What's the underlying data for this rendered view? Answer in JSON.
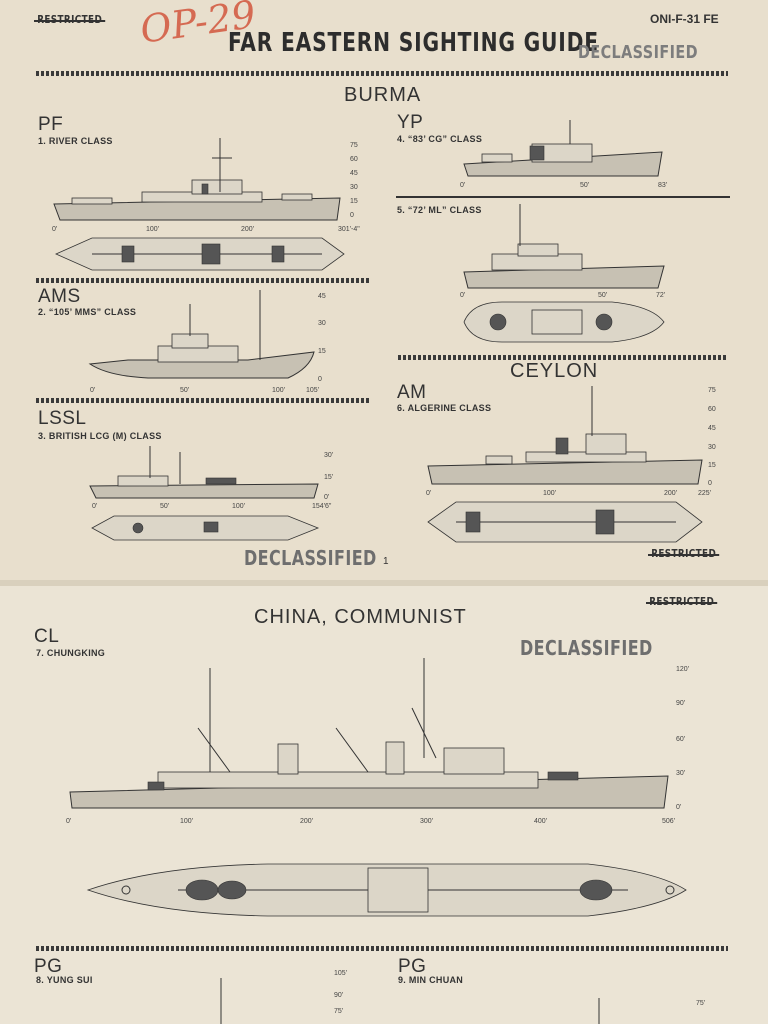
{
  "header": {
    "stamp_restricted": "RESTRICTED",
    "handwritten_note": "OP-29",
    "title": "FAR EASTERN SIGHTING GUIDE",
    "doc_id": "ONI-F-31 FE",
    "stamp_declassified": "DECLASSIFIED"
  },
  "page1": {
    "sections": {
      "burma": "BURMA",
      "ceylon": "CEYLON"
    },
    "ships": {
      "pf": {
        "type": "PF",
        "label": "1. RIVER CLASS",
        "scale": [
          "0'",
          "100'",
          "200'",
          "301'-4\""
        ],
        "heights": [
          "75",
          "60",
          "45",
          "30",
          "15",
          "0"
        ]
      },
      "ams": {
        "type": "AMS",
        "label": "2. “105’ MMS” CLASS",
        "scale": [
          "0'",
          "50'",
          "100'",
          "105'"
        ],
        "heights": [
          "45",
          "30",
          "15",
          "0"
        ]
      },
      "lssl": {
        "type": "LSSL",
        "label": "3. BRITISH LCG (M) CLASS",
        "scale": [
          "0'",
          "50'",
          "100'",
          "154'6\""
        ],
        "heights": [
          "30'",
          "15'",
          "0'"
        ]
      },
      "yp83": {
        "type": "YP",
        "label": "4. “83’ CG” CLASS",
        "scale": [
          "0'",
          "50'",
          "83'"
        ]
      },
      "yp72": {
        "label": "5. “72’ ML” CLASS",
        "scale": [
          "0'",
          "50'",
          "72'"
        ]
      },
      "am": {
        "type": "AM",
        "label": "6. ALGERINE CLASS",
        "scale": [
          "0'",
          "100'",
          "200'",
          "225'"
        ],
        "heights": [
          "75",
          "60",
          "45",
          "30",
          "15",
          "0"
        ]
      }
    },
    "stamp_declassified": "DECLASSIFIED",
    "page_number": "1",
    "stamp_restricted": "RESTRICTED"
  },
  "page2": {
    "stamp_restricted": "RESTRICTED",
    "section": "CHINA, COMMUNIST",
    "stamp_declassified": "DECLASSIFIED",
    "cl": {
      "type": "CL",
      "label": "7. CHUNGKING",
      "scale": [
        "0'",
        "100'",
        "200'",
        "300'",
        "400'",
        "506'"
      ],
      "heights": [
        "120'",
        "90'",
        "60'",
        "30'",
        "0'"
      ]
    },
    "pg8": {
      "type": "PG",
      "label": "8. YUNG SUI",
      "heights": [
        "105'",
        "90'",
        "75'"
      ]
    },
    "pg9": {
      "type": "PG",
      "label": "9. MIN CHUAN",
      "heights": [
        "75'"
      ]
    }
  }
}
